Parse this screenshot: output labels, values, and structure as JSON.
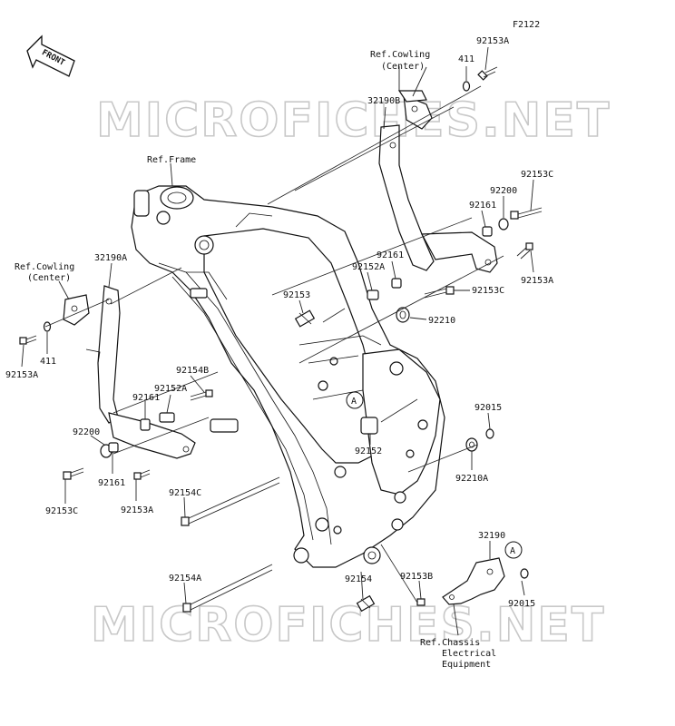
{
  "figure_code": "F2122",
  "front_arrow": "FRONT",
  "watermark": "MICROFICHES.NET",
  "refs": {
    "cowling_center_top": [
      "Ref.Cowling",
      "(Center)"
    ],
    "cowling_center_left": [
      "Ref.Cowling",
      "(Center)"
    ],
    "frame": "Ref.Frame",
    "chassis": [
      "Ref.Chassis",
      "Electrical",
      "Equipment"
    ]
  },
  "labels": {
    "p92153A_top": "92153A",
    "p411_top": "411",
    "p32190B": "32190B",
    "p92153C_right": "92153C",
    "p92200_right": "92200",
    "p92161_right": "92161",
    "p92153A_right": "92153A",
    "p92161_mid": "92161",
    "p92152A_mid": "92152A",
    "p92153C_mid": "92153C",
    "p92210": "92210",
    "p92153": "92153",
    "p32190A": "32190A",
    "p411_left": "411",
    "p92153A_left": "92153A",
    "p92154B": "92154B",
    "p92152A_left": "92152A",
    "p92161_left": "92161",
    "p92200_left": "92200",
    "p92161_low": "92161",
    "p92153C_left": "92153C",
    "p92153A_low": "92153A",
    "p92154C": "92154C",
    "p92154A": "92154A",
    "p92152": "92152",
    "p92015_top": "92015",
    "p92210A": "92210A",
    "p92154": "92154",
    "p92153B": "92153B",
    "p32190": "32190",
    "p92015_low": "92015",
    "mark_a1": "A",
    "mark_a2": "A"
  }
}
